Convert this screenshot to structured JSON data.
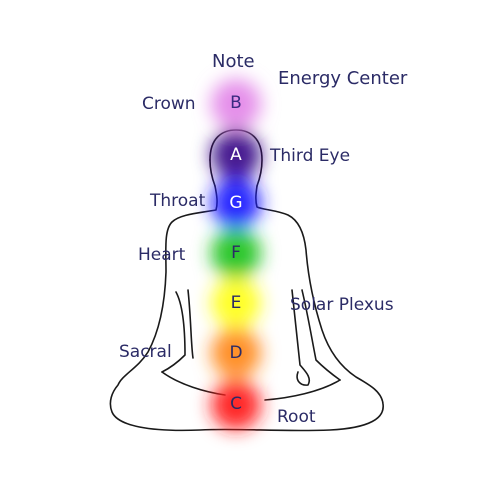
{
  "headers": {
    "note": "Note",
    "energy_center": "Energy Center"
  },
  "chakras": [
    {
      "id": "crown",
      "label": "Crown",
      "note": "B",
      "color": "#e07be6",
      "note_color": "#3a2a80"
    },
    {
      "id": "third-eye",
      "label": "Third Eye",
      "note": "A",
      "color": "#3b0a8a",
      "note_color": "#ffffff"
    },
    {
      "id": "throat",
      "label": "Throat",
      "note": "G",
      "color": "#1a1aff",
      "note_color": "#ffffff"
    },
    {
      "id": "heart",
      "label": "Heart",
      "note": "F",
      "color": "#22c422",
      "note_color": "#2b2b66"
    },
    {
      "id": "solar-plexus",
      "label": "Solar Plexus",
      "note": "E",
      "color": "#ffff1a",
      "note_color": "#2b2b66"
    },
    {
      "id": "sacral",
      "label": "Sacral",
      "note": "D",
      "color": "#ff8a1a",
      "note_color": "#2b2b66"
    },
    {
      "id": "root",
      "label": "Root",
      "note": "C",
      "color": "#ff1a1a",
      "note_color": "#2b2b66"
    }
  ]
}
